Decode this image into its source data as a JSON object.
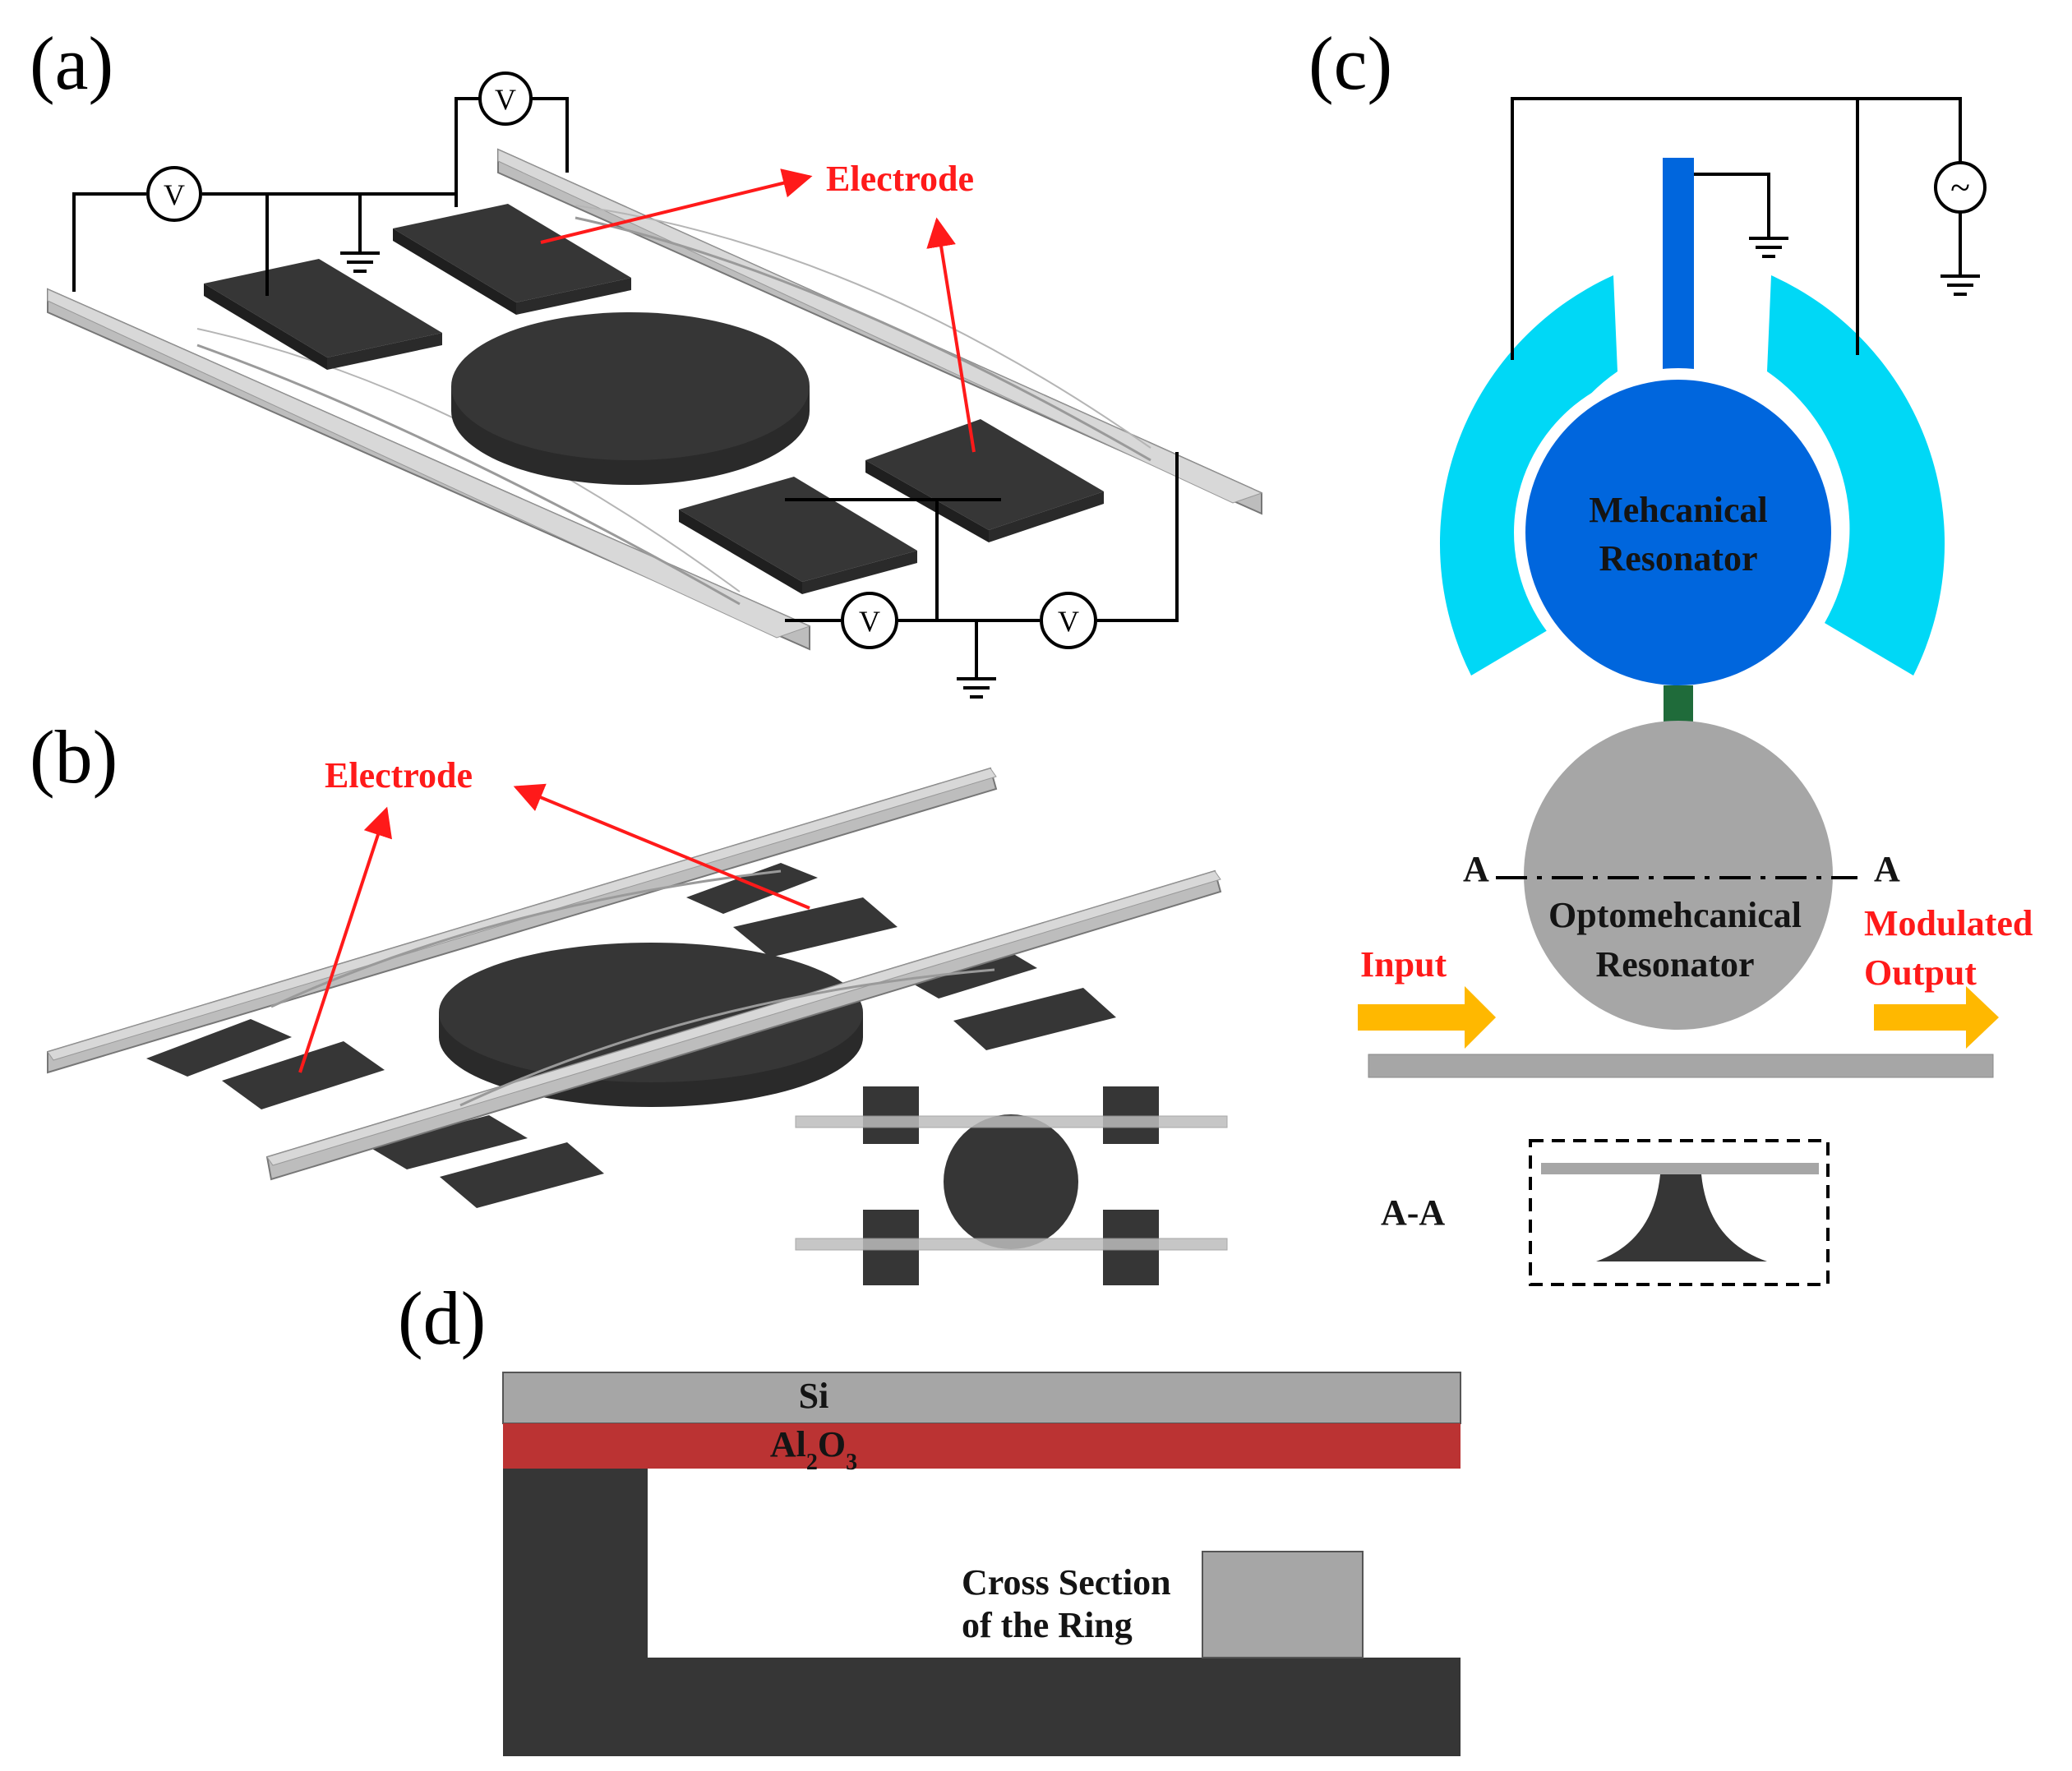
{
  "panels": {
    "a": {
      "label": "(a)",
      "electrode_label": "Electrode",
      "source_symbol": "V"
    },
    "b": {
      "label": "(b)",
      "electrode_label": "Electrode"
    },
    "c": {
      "label": "(c)",
      "mech_resonator": [
        "Mehcanical",
        "Resonator"
      ],
      "opto_resonator": [
        "Optomehcanical",
        "Resonator"
      ],
      "input_label": "Input",
      "output_label": [
        "Modulated",
        "Output"
      ],
      "section_marker": "A",
      "section_label": "A-A",
      "ac_source_symbol": "~"
    },
    "d": {
      "label": "(d)",
      "layer_si": "Si",
      "layer_oxide": {
        "base": "Al",
        "sub1": "2",
        "mid": "O",
        "sub2": "3"
      },
      "ring_label": [
        "Cross Section",
        "of the Ring"
      ]
    }
  },
  "colors": {
    "dark_electrode": "#363636",
    "mech_resonator": "#0066dd",
    "side_electrodes": "#00d8f6",
    "opto_resonator": "#a6a6a6",
    "connector": "#1f6b3a",
    "arrow": "#ffb800",
    "annotation": "#ff1a1a",
    "oxide_layer": "#bb3333",
    "si_layer": "#a6a6a6"
  },
  "icons": [
    "voltage-source-icon",
    "ground-icon",
    "ac-source-icon",
    "flow-arrow-icon"
  ]
}
